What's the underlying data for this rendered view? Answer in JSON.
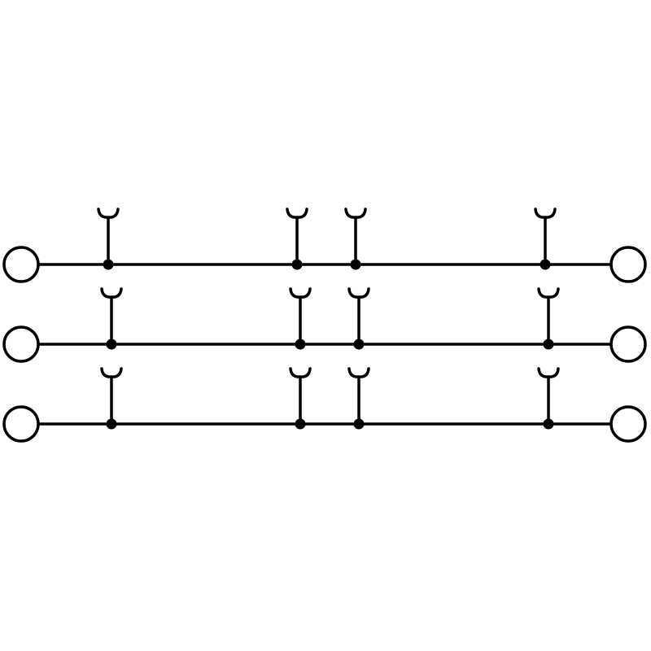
{
  "diagram": {
    "type": "terminal-block-schematic",
    "colors": {
      "line": "#000000",
      "background": "#ffffff",
      "terminal_fill": "#ffffff"
    },
    "rows": [
      {
        "name": "row-1",
        "terminals": [
          "screw-terminal-left",
          "screw-terminal-right"
        ],
        "plug_in_points": 4
      },
      {
        "name": "row-2",
        "terminals": [
          "screw-terminal-left",
          "screw-terminal-right"
        ],
        "plug_in_points": 4
      },
      {
        "name": "row-3",
        "terminals": [
          "screw-terminal-left",
          "screw-terminal-right"
        ],
        "plug_in_points": 4
      }
    ]
  }
}
